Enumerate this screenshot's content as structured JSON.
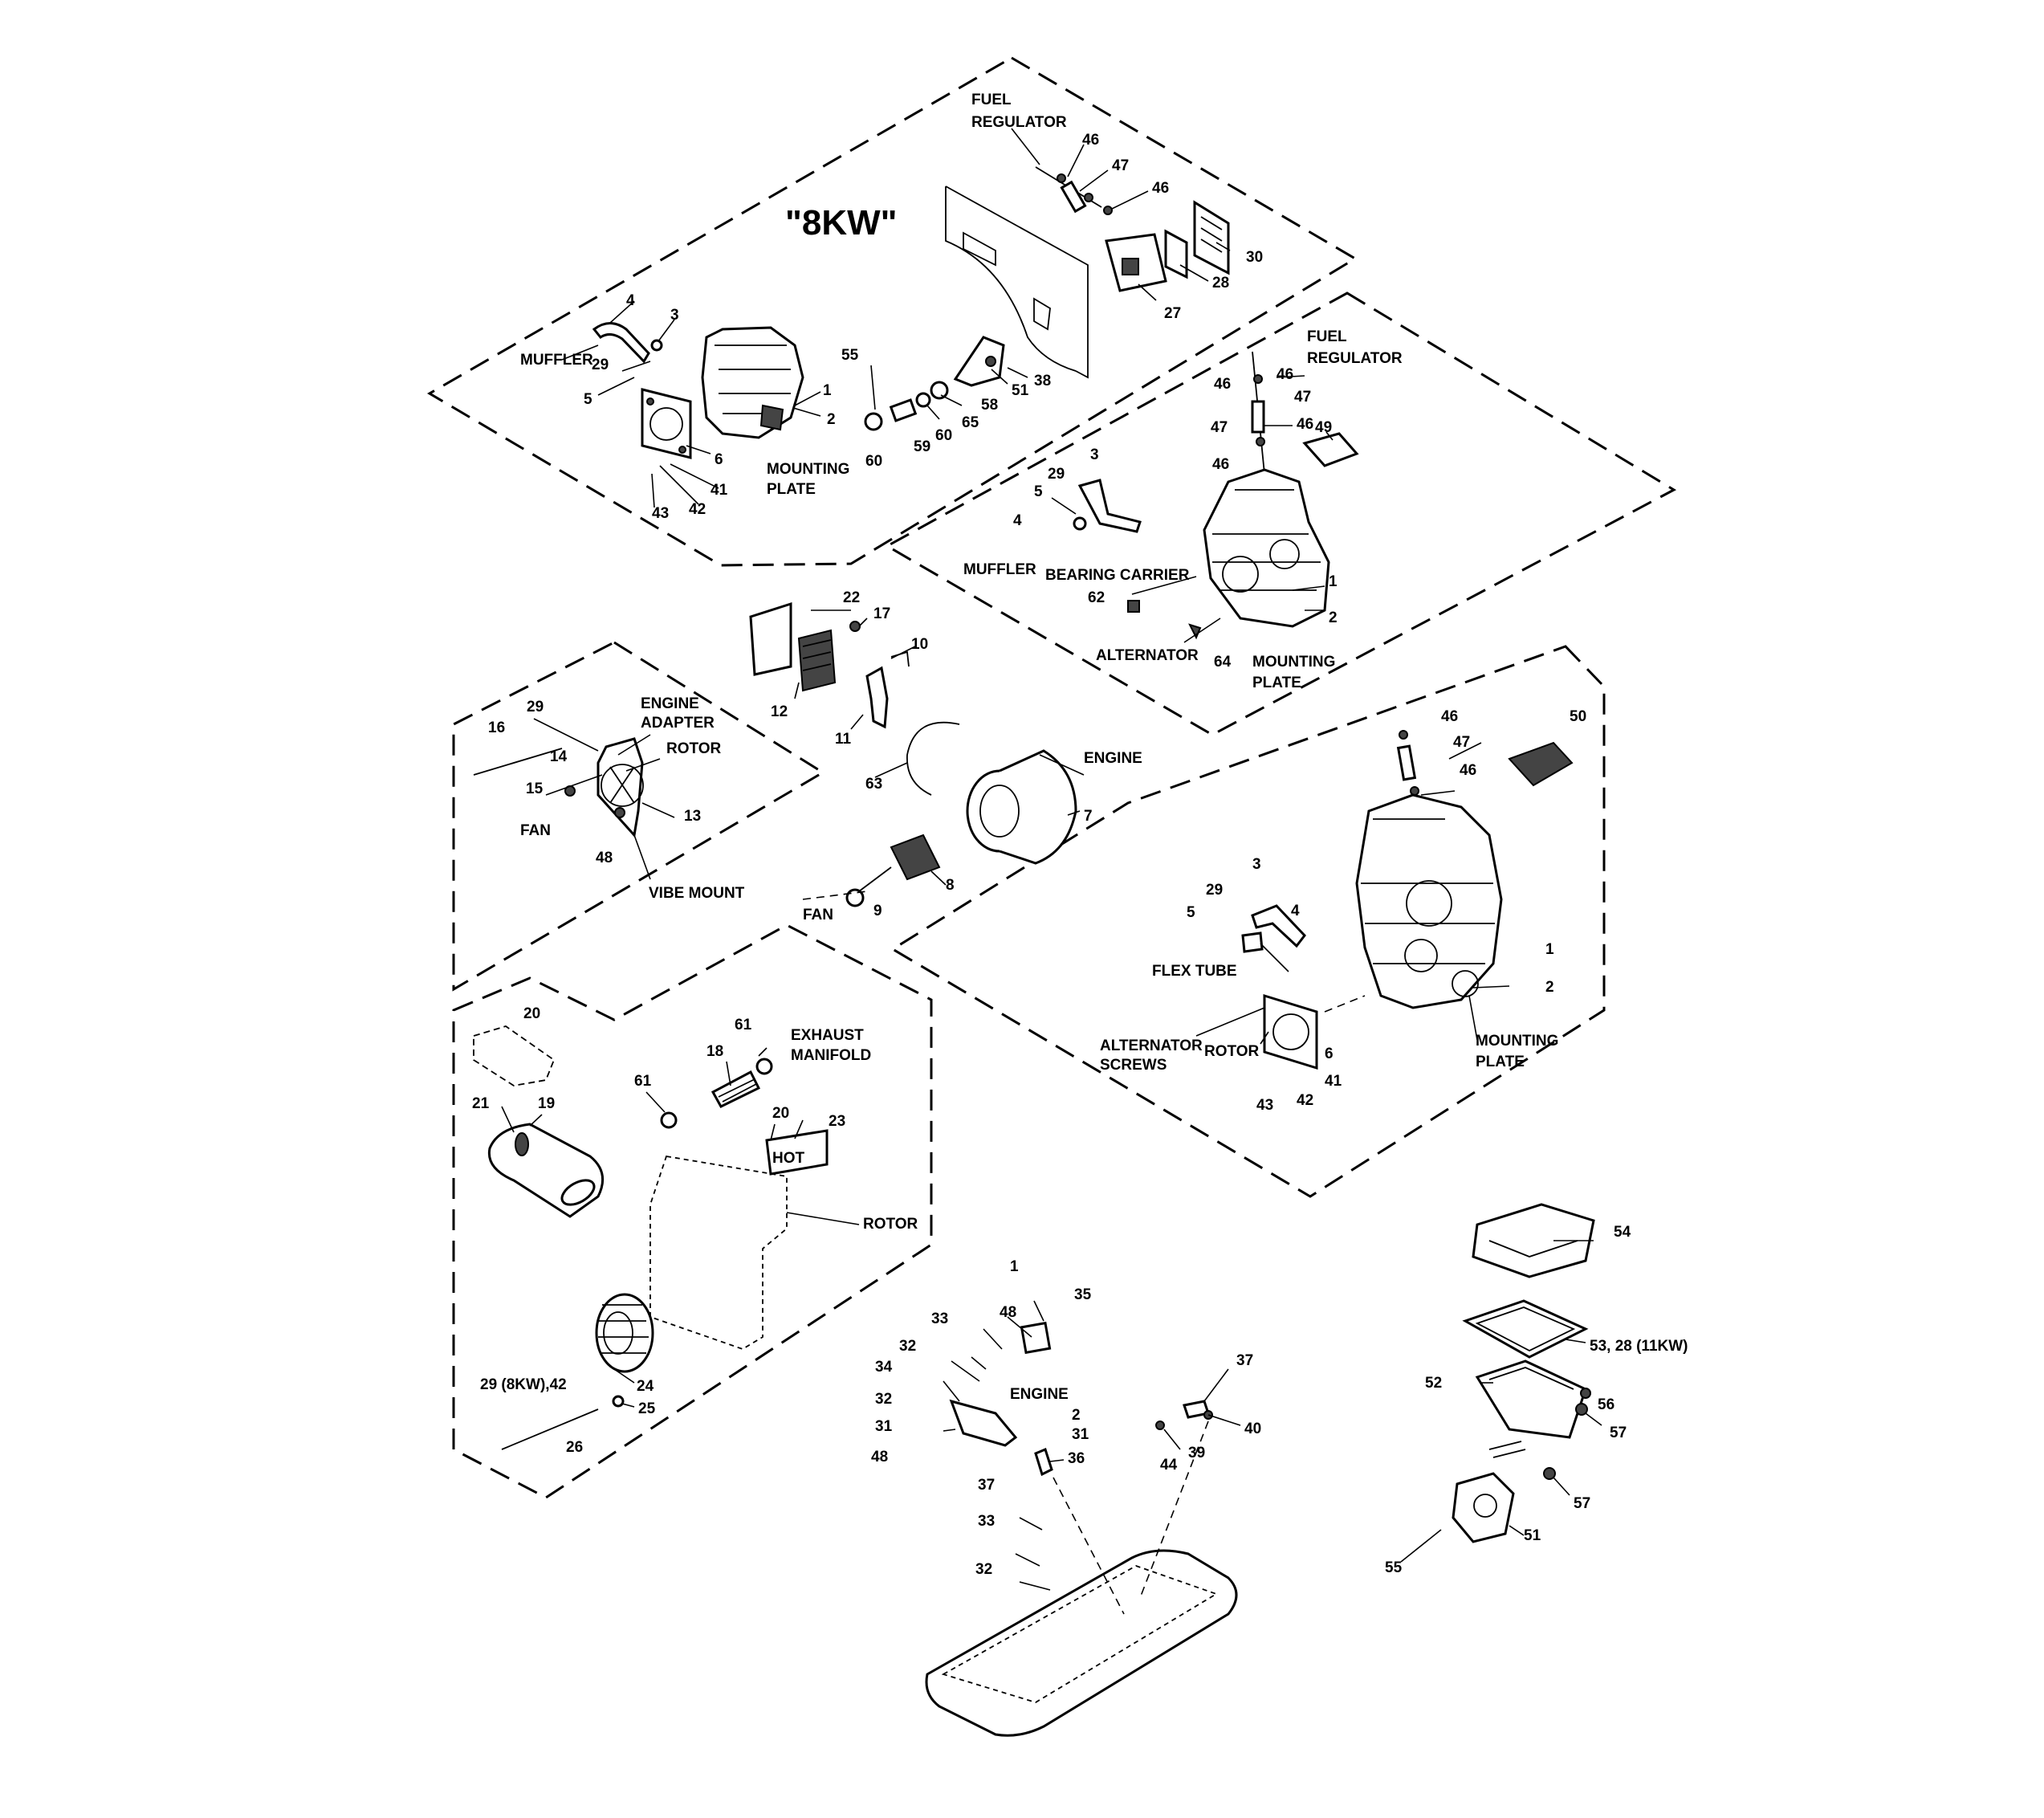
{
  "diagram": {
    "title": "\"8KW\"",
    "labels": {
      "fuel_regulator_1": "FUEL",
      "fuel_regulator_2": "REGULATOR",
      "muffler": "MUFFLER",
      "mounting_1": "MOUNTING",
      "plate_1": "PLATE",
      "bearing_carrier": "BEARING CARRIER",
      "alternator": "ALTERNATOR",
      "engine_adapter_1": "ENGINE",
      "engine_adapter_2": "ADAPTER",
      "rotor": "ROTOR",
      "fan": "FAN",
      "vibe_mount": "VIBE MOUNT",
      "engine": "ENGINE",
      "flex_tube": "FLEX TUBE",
      "alternator_screws_1": "ALTERNATOR",
      "alternator_screws_2": "SCREWS",
      "exhaust_manifold_1": "EXHAUST",
      "exhaust_manifold_2": "MANIFOLD",
      "hot_tag": "HOT"
    },
    "callouts": {
      "c46": "46",
      "c47": "47",
      "c30": "30",
      "c28": "28",
      "c27": "27",
      "c4": "4",
      "c3": "3",
      "c29": "29",
      "c5": "5",
      "c1": "1",
      "c2": "2",
      "c6": "6",
      "c41": "41",
      "c42": "42",
      "c43": "43",
      "c55": "55",
      "c38": "38",
      "c51": "51",
      "c58": "58",
      "c65": "65",
      "c60": "60",
      "c59": "59",
      "c49": "49",
      "c62": "62",
      "c64": "64",
      "c22": "22",
      "c17": "17",
      "c10": "10",
      "c12": "12",
      "c11": "11",
      "c16": "16",
      "c14": "14",
      "c15": "15",
      "c13": "13",
      "c48": "48",
      "c63": "63",
      "c7": "7",
      "c8": "8",
      "c9": "9",
      "c50": "50",
      "c20": "20",
      "c61": "61",
      "c18": "18",
      "c19": "19",
      "c21": "21",
      "c23": "23",
      "c24": "24",
      "c25": "25",
      "c26": "26",
      "c29_8kw_42": "29 (8KW),42",
      "c35": "35",
      "c33": "33",
      "c32": "32",
      "c34": "34",
      "c31": "31",
      "c36": "36",
      "c37": "37",
      "c40": "40",
      "c39": "39",
      "c44": "44",
      "c54": "54",
      "c53_28": "53, 28 (11KW)",
      "c52": "52",
      "c56": "56",
      "c57": "57"
    }
  }
}
